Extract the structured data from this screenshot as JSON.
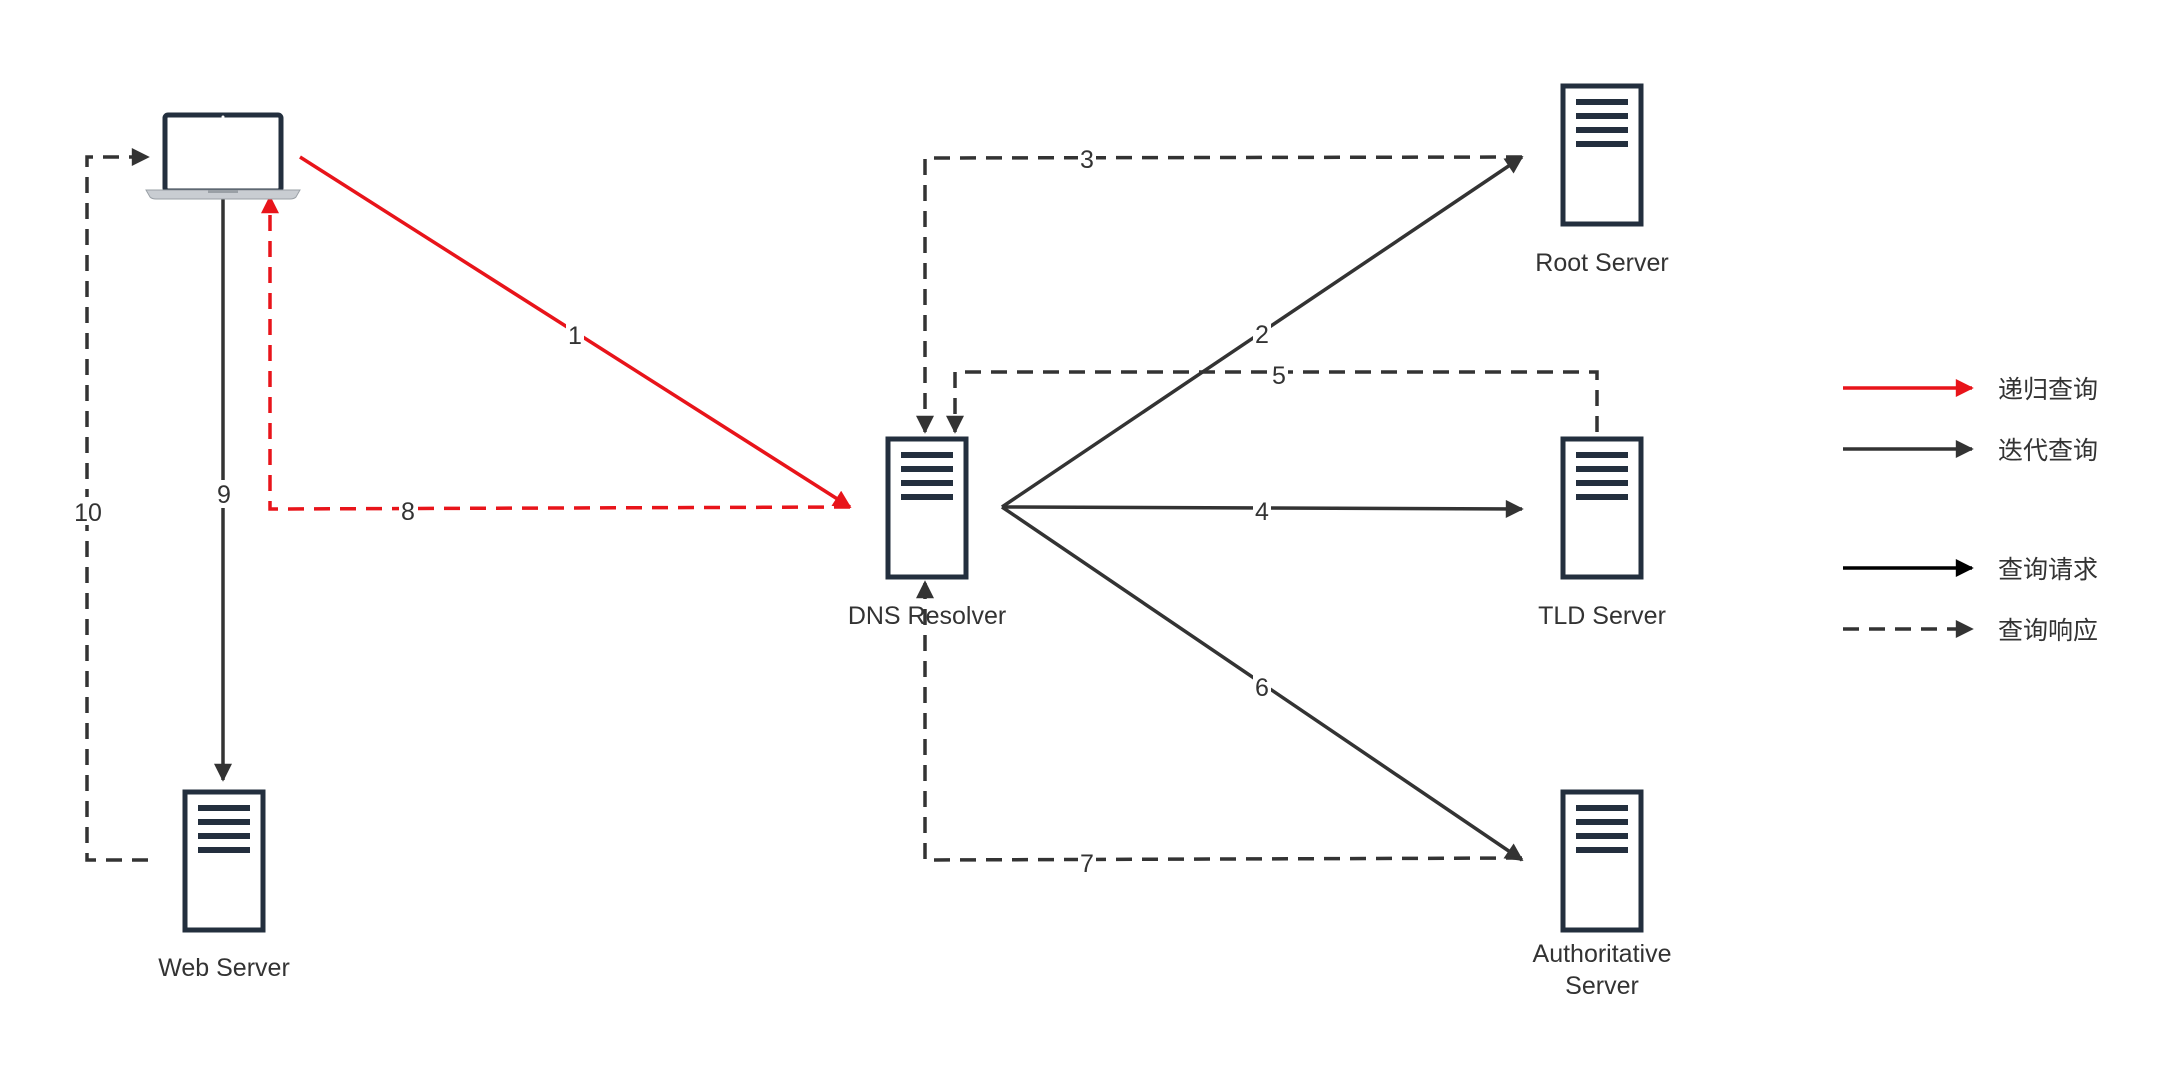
{
  "colors": {
    "recursive": "#e8141a",
    "iterative": "#333333",
    "server_fill": "#ffffff",
    "server_stroke": "#232f3e",
    "background": "#ffffff"
  },
  "nodes": {
    "client": {
      "icon": "laptop-icon",
      "label": ""
    },
    "web_server": {
      "icon": "server-icon",
      "label": "Web Server"
    },
    "dns_resolver": {
      "icon": "server-icon",
      "label": "DNS Resolver"
    },
    "root_server": {
      "icon": "server-icon",
      "label": "Root Server"
    },
    "tld_server": {
      "icon": "server-icon",
      "label": "TLD Server"
    },
    "authoritative_server": {
      "icon": "server-icon",
      "label_line1": "Authoritative",
      "label_line2": "Server"
    }
  },
  "edges": [
    {
      "id": "e1",
      "label": "1",
      "from": "client",
      "to": "dns_resolver",
      "style": "solid",
      "color": "recursive"
    },
    {
      "id": "e2",
      "label": "2",
      "from": "dns_resolver",
      "to": "root_server",
      "style": "solid",
      "color": "iterative"
    },
    {
      "id": "e3",
      "label": "3",
      "from": "root_server",
      "to": "dns_resolver",
      "style": "dashed",
      "color": "iterative"
    },
    {
      "id": "e4",
      "label": "4",
      "from": "dns_resolver",
      "to": "tld_server",
      "style": "solid",
      "color": "iterative"
    },
    {
      "id": "e5",
      "label": "5",
      "from": "tld_server",
      "to": "dns_resolver",
      "style": "dashed",
      "color": "iterative"
    },
    {
      "id": "e6",
      "label": "6",
      "from": "dns_resolver",
      "to": "authoritative_server",
      "style": "solid",
      "color": "iterative"
    },
    {
      "id": "e7",
      "label": "7",
      "from": "authoritative_server",
      "to": "dns_resolver",
      "style": "dashed",
      "color": "iterative"
    },
    {
      "id": "e8",
      "label": "8",
      "from": "dns_resolver",
      "to": "client",
      "style": "dashed",
      "color": "recursive"
    },
    {
      "id": "e9",
      "label": "9",
      "from": "client",
      "to": "web_server",
      "style": "solid",
      "color": "iterative"
    },
    {
      "id": "e10",
      "label": "10",
      "from": "web_server",
      "to": "client",
      "style": "dashed",
      "color": "iterative"
    }
  ],
  "legend": [
    {
      "label": "递归查询",
      "style": "solid",
      "color": "recursive"
    },
    {
      "label": "迭代查询",
      "style": "solid",
      "color": "iterative"
    },
    {
      "label": "查询请求",
      "style": "solid",
      "color": "black"
    },
    {
      "label": "查询响应",
      "style": "dashed",
      "color": "iterative"
    }
  ]
}
